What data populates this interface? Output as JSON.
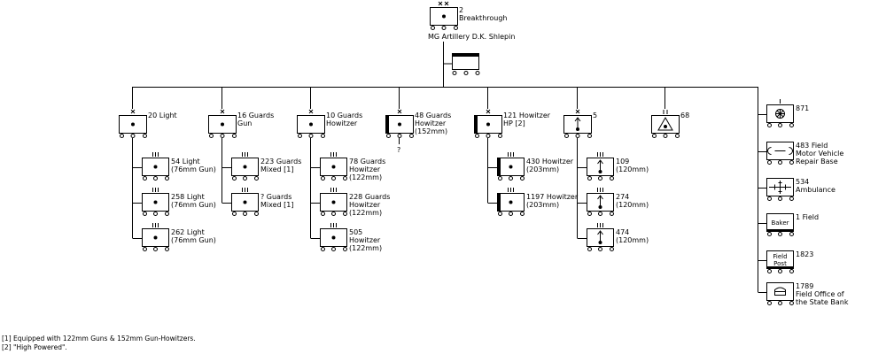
{
  "hq": {
    "number": "2",
    "name": "Breakthrough",
    "echelon": "XX",
    "commander": "MG Artillery  D.K. Shlepin"
  },
  "brigades": [
    {
      "id": "b20",
      "echelon": "X",
      "symbol": "artillery",
      "lines": [
        "20 Light"
      ]
    },
    {
      "id": "b16",
      "echelon": "X",
      "symbol": "artillery",
      "lines": [
        "16 Guards",
        "Gun"
      ]
    },
    {
      "id": "b10",
      "echelon": "X",
      "symbol": "artillery",
      "lines": [
        "10 Guards",
        "Howitzer"
      ]
    },
    {
      "id": "b48",
      "echelon": "X",
      "symbol": "heavy-artillery",
      "lines": [
        "48 Guards",
        "Howitzer",
        "(152mm)"
      ],
      "subordinate_note": "?"
    },
    {
      "id": "b121",
      "echelon": "X",
      "symbol": "heavy-artillery",
      "lines": [
        "121 Howitzer",
        "HP [2]"
      ]
    },
    {
      "id": "b5",
      "echelon": "X",
      "symbol": "mortar",
      "lines": [
        "5"
      ]
    },
    {
      "id": "b68",
      "echelon": "II",
      "symbol": "observation",
      "lines": [
        "68"
      ]
    }
  ],
  "regiments": [
    {
      "parent": "b20",
      "symbol": "artillery",
      "lines": [
        "54 Light",
        "(76mm Gun)"
      ]
    },
    {
      "parent": "b20",
      "symbol": "artillery",
      "lines": [
        "258 Light",
        "(76mm Gun)"
      ]
    },
    {
      "parent": "b20",
      "symbol": "artillery",
      "lines": [
        "262 Light",
        "(76mm Gun)"
      ]
    },
    {
      "parent": "b16",
      "symbol": "artillery",
      "lines": [
        "223 Guards",
        "Mixed [1]"
      ]
    },
    {
      "parent": "b16",
      "symbol": "artillery",
      "lines": [
        "? Guards",
        "Mixed [1]"
      ]
    },
    {
      "parent": "b10",
      "symbol": "artillery",
      "lines": [
        "78 Guards",
        "Howitzer",
        "(122mm)"
      ]
    },
    {
      "parent": "b10",
      "symbol": "artillery",
      "lines": [
        "228 Guards",
        "Howitzer",
        "(122mm)"
      ]
    },
    {
      "parent": "b10",
      "symbol": "artillery",
      "lines": [
        "505",
        "Howitzer",
        "(122mm)"
      ]
    },
    {
      "parent": "b121",
      "symbol": "heavy-artillery",
      "lines": [
        "430 Howitzer",
        "(203mm)"
      ]
    },
    {
      "parent": "b121",
      "symbol": "heavy-artillery",
      "lines": [
        "1197 Howitzer",
        "(203mm)"
      ]
    },
    {
      "parent": "b5",
      "symbol": "mortar",
      "lines": [
        "109",
        "(120mm)"
      ]
    },
    {
      "parent": "b5",
      "symbol": "mortar",
      "lines": [
        "274",
        "(120mm)"
      ]
    },
    {
      "parent": "b5",
      "symbol": "mortar",
      "lines": [
        "474",
        "(120mm)"
      ]
    }
  ],
  "support": [
    {
      "echelon": "I",
      "symbol": "medical",
      "lines": [
        "871"
      ]
    },
    {
      "echelon": "",
      "symbol": "repair",
      "lines": [
        "483 Field",
        "Motor Vehicle",
        "Repair Base"
      ]
    },
    {
      "echelon": "",
      "symbol": "ambulance",
      "lines": [
        "534",
        "Ambulance"
      ]
    },
    {
      "echelon": "",
      "symbol": "text",
      "box_text": [
        "Baker"
      ],
      "lines": [
        "1 Field"
      ]
    },
    {
      "echelon": "",
      "symbol": "text",
      "box_text": [
        "Field",
        "Post"
      ],
      "lines": [
        "1823"
      ]
    },
    {
      "echelon": "",
      "symbol": "bank",
      "lines": [
        "1789",
        "Field Office of",
        "the State Bank"
      ]
    }
  ],
  "notes": [
    "[1] Equipped with 122mm Guns & 152mm Gun-Howitzers.",
    "[2] \"High Powered\"."
  ]
}
